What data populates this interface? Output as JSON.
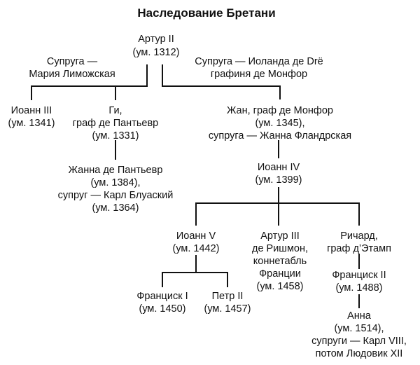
{
  "title": "Наследование Бретани",
  "nodes": {
    "arthur2": [
      "Артур II",
      "(ум. 1312)"
    ],
    "spouse1": [
      "Супруга —",
      "Мария Лиможская"
    ],
    "spouse2": [
      "Супруга — Иоланда де Drё",
      "графиня де Монфор"
    ],
    "john3": [
      "Иоанн III",
      "(ум. 1341)"
    ],
    "guy": [
      "Ги,",
      "граф де Пантьевр",
      "(ум. 1331)"
    ],
    "jean_montfort": [
      "Жан, граф де Монфор",
      "(ум. 1345),",
      "супруга — Жанна Фландрская"
    ],
    "jeanne_penthievre": [
      "Жанна де Пантьевр",
      "(ум. 1384),",
      "супруг — Карл Блуаский",
      "(ум. 1364)"
    ],
    "john4": [
      "Иоанн IV",
      "(ум. 1399)"
    ],
    "john5": [
      "Иоанн V",
      "(ум. 1442)"
    ],
    "arthur3": [
      "Артур III",
      "де Ришмон,",
      "коннетабль",
      "Франции",
      "(ум. 1458)"
    ],
    "richard": [
      "Ричард,",
      "граф д’Этамп"
    ],
    "francis1": [
      "Франциск I",
      "(ум. 1450)"
    ],
    "peter2": [
      "Петр II",
      "(ум. 1457)"
    ],
    "francis2": [
      "Франциск II",
      "(ум. 1488)"
    ],
    "anne": [
      "Анна",
      "(ум. 1514),",
      "супруги — Карл VIII,",
      "потом Людовик XII"
    ]
  }
}
